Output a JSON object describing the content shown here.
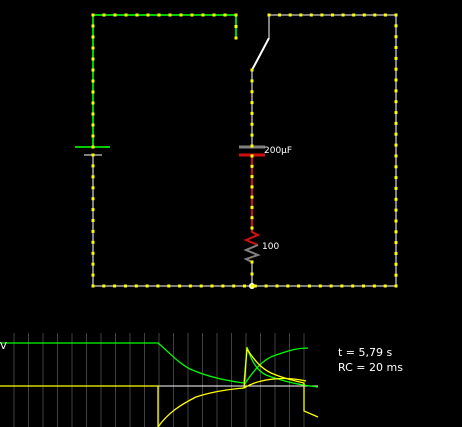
{
  "components": {
    "capacitor_label": "200µF",
    "resistor_label": "100"
  },
  "scope": {
    "y_unit": "V",
    "time_readout": "t = 5,79 s",
    "rc_readout": "RC = 20 ms"
  },
  "colors": {
    "wire_positive": "#00cc00",
    "wire_neutral": "#808080",
    "wire_negative": "#d01010",
    "current_dot": "#ffff00",
    "trace_voltage": "#00ff00",
    "trace_current": "#ffff00",
    "scope_grid": "#404040"
  }
}
